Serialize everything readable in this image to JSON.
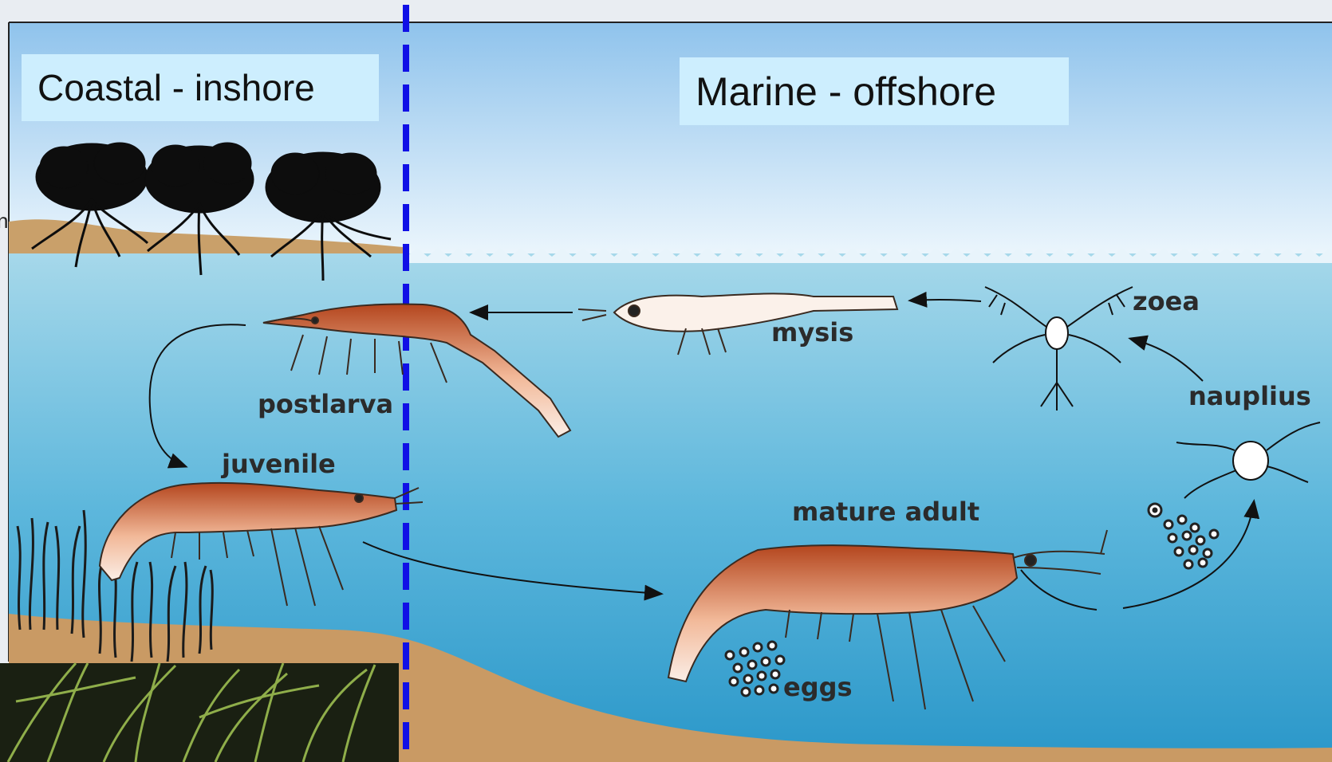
{
  "zones": {
    "coastal": "Coastal - inshore",
    "marine": "Marine - offshore"
  },
  "stages": {
    "postlarva": "postlarva",
    "mysis": "mysis",
    "zoea": "zoea",
    "nauplius": "nauplius",
    "juvenile": "juvenile",
    "mature_adult": "mature adult",
    "eggs": "eggs"
  },
  "colors": {
    "sky_top": "#8fc3ec",
    "sky_bottom": "#eaf5fd",
    "water_top": "#9fd4e8",
    "water_bottom": "#2e9ccd",
    "seabed": "#c99a64",
    "divider": "#1010e6",
    "label_box": "#cdeefe"
  }
}
